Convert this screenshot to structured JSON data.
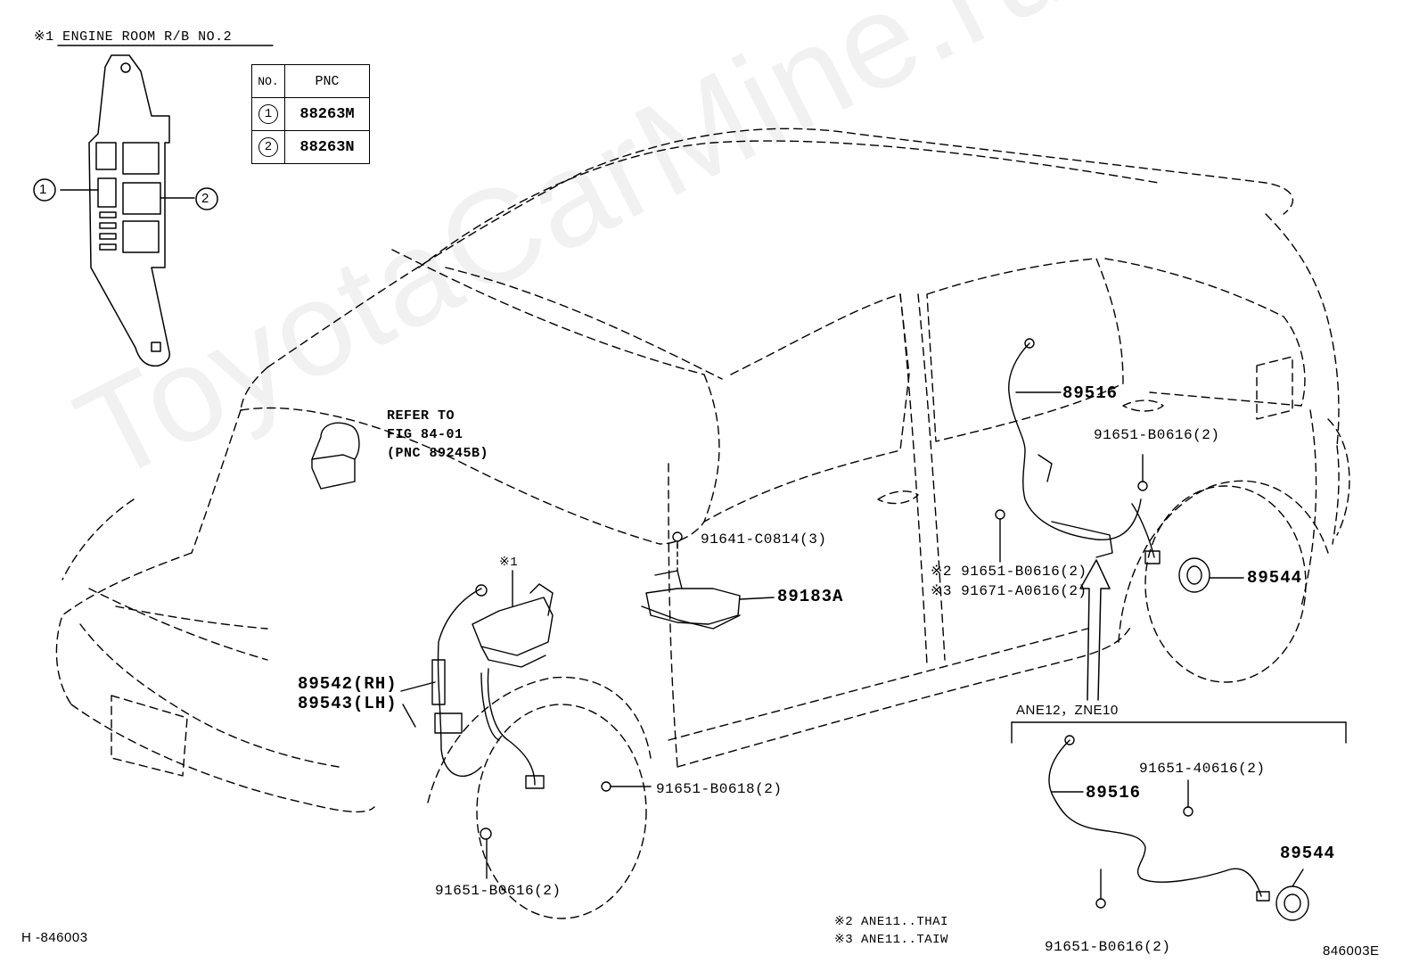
{
  "watermark": "ToyotaCarMine.ru",
  "inset": {
    "title": "※1 ENGINE ROOM R/B NO.2",
    "callouts": [
      "1",
      "2"
    ]
  },
  "pnc_table": {
    "headers": [
      "NO.",
      "PNC"
    ],
    "rows": [
      {
        "no": "1",
        "pnc": "88263M"
      },
      {
        "no": "2",
        "pnc": "88263N"
      }
    ]
  },
  "refer": {
    "line1": "REFER TO",
    "line2": "FIG 84-01",
    "line3": "(PNC 89245B)"
  },
  "labels": {
    "p89516_top": "89516",
    "p91651_b0616_top": "91651-B0616(2)",
    "p91641": "91641-C0814(3)",
    "p89183a": "89183A",
    "note1_marker": "※1",
    "note2_line": "※2 91651-B0616(2)",
    "note3_line": "※3 91671-A0616(2)",
    "p89544_top": "89544",
    "p89542": "89542(RH)",
    "p89543": "89543(LH)",
    "p91651_b0618": "91651-B0618(2)",
    "p91651_b0616_front": "91651-B0616(2)",
    "variant_header": "ANE12，ZNE10",
    "p89516_bottom": "89516",
    "p91651_40616": "91651-40616(2)",
    "p89544_bottom": "89544",
    "p91651_b0616_bottom": "91651-B0616(2)"
  },
  "footnotes": {
    "f2": "※2 ANE11..THAI",
    "f3": "※3 ANE11..TAIW"
  },
  "figure_codes": {
    "left": "H -846003",
    "right": "846003E"
  }
}
